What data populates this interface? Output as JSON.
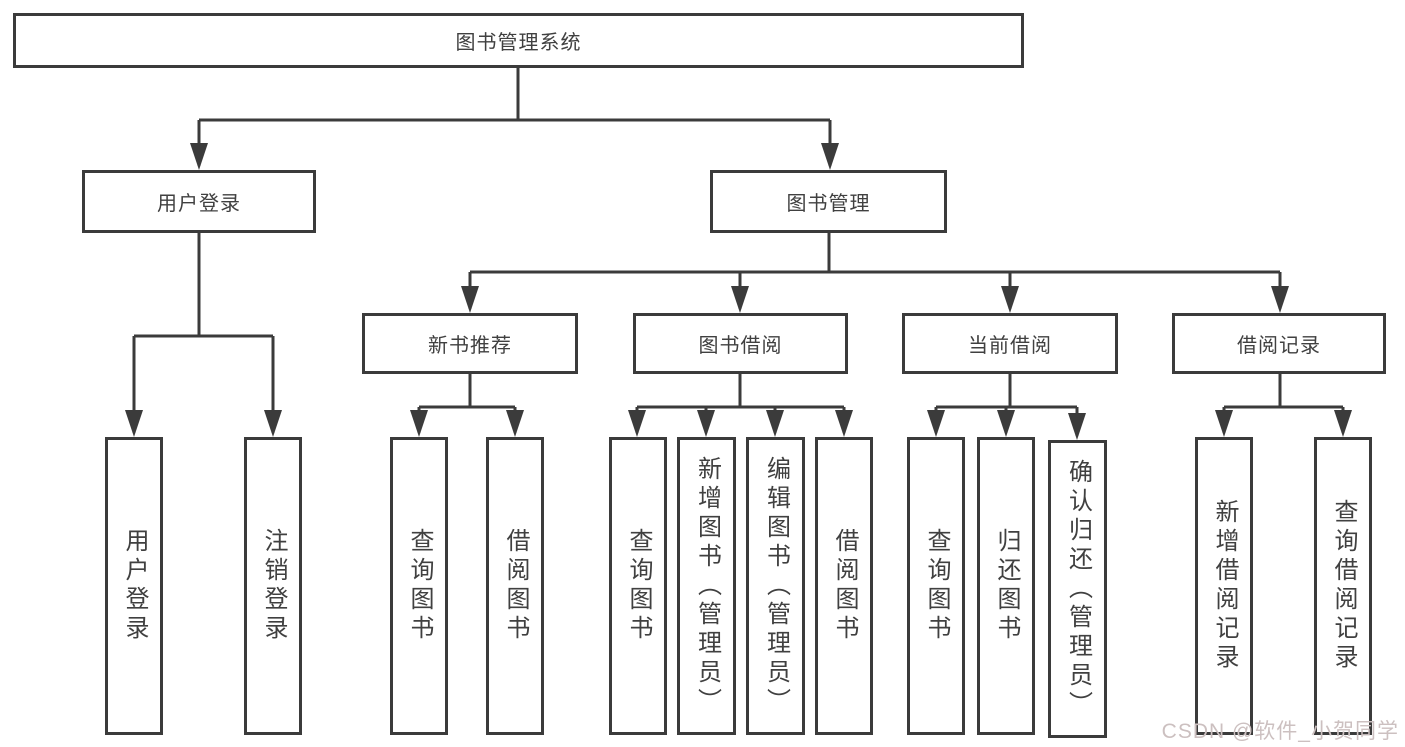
{
  "tree": {
    "root": {
      "label": "图书管理系统",
      "children": [
        {
          "label": "用户登录",
          "children": [
            {
              "label": "用户登录"
            },
            {
              "label": "注销登录"
            }
          ]
        },
        {
          "label": "图书管理",
          "children": [
            {
              "label": "新书推荐",
              "children": [
                {
                  "label": "查询图书"
                },
                {
                  "label": "借阅图书"
                }
              ]
            },
            {
              "label": "图书借阅",
              "children": [
                {
                  "label": "查询图书"
                },
                {
                  "label": "新增图书（管理员）"
                },
                {
                  "label": "编辑图书（管理员）"
                },
                {
                  "label": "借阅图书"
                }
              ]
            },
            {
              "label": "当前借阅",
              "children": [
                {
                  "label": "查询图书"
                },
                {
                  "label": "归还图书"
                },
                {
                  "label": "确认归还（管理员）"
                }
              ]
            },
            {
              "label": "借阅记录",
              "children": [
                {
                  "label": "新增借阅记录"
                },
                {
                  "label": "查询借阅记录"
                }
              ]
            }
          ]
        }
      ]
    }
  },
  "watermark": {
    "text": "CSDN @软件_小贺同学"
  },
  "colors": {
    "line": "#3b3b3b",
    "text": "#404040",
    "background": "#ffffff",
    "watermark": "#ccc0c0"
  }
}
